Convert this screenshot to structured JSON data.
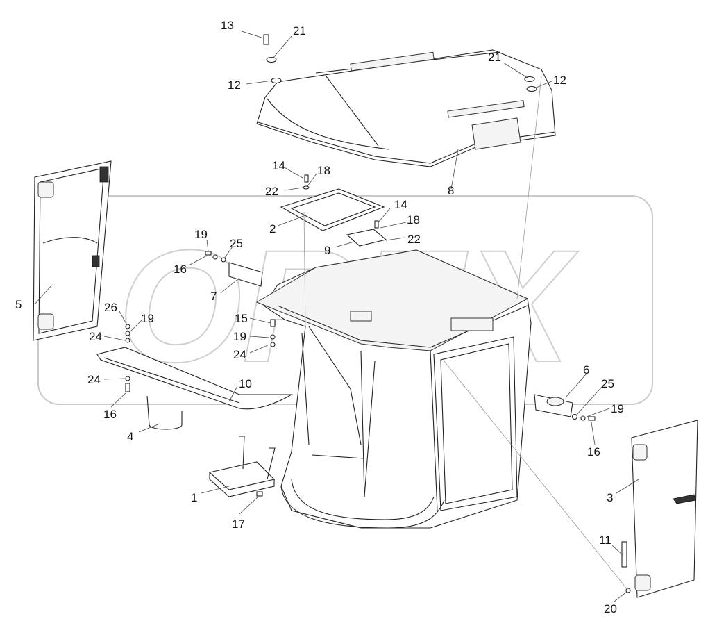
{
  "colors": {
    "line": "#222222",
    "background": "#ffffff",
    "watermark": "#c9c9c9"
  },
  "callouts": [
    "1",
    "2",
    "3",
    "4",
    "5",
    "6",
    "7",
    "8",
    "9",
    "10",
    "11",
    "12",
    "12",
    "13",
    "14",
    "14",
    "15",
    "16",
    "16",
    "16",
    "17",
    "18",
    "18",
    "19",
    "19",
    "19",
    "19",
    "20",
    "21",
    "21",
    "22",
    "22",
    "24",
    "24",
    "24",
    "25",
    "25",
    "26"
  ],
  "watermark": {
    "text": "OREX"
  }
}
